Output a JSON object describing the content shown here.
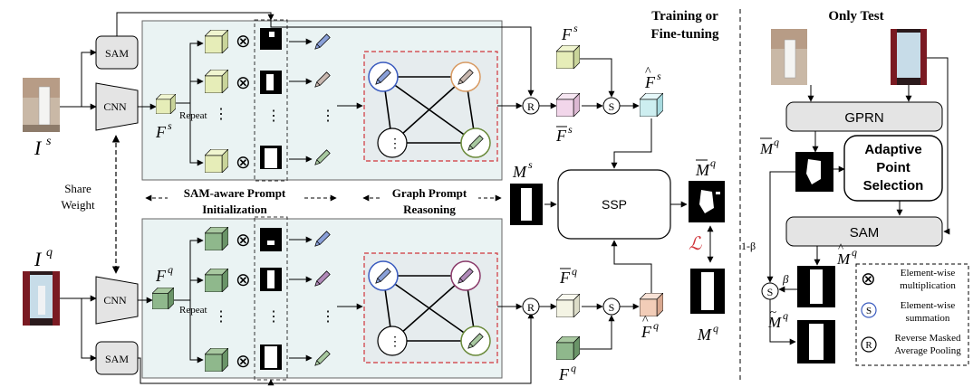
{
  "headers": {
    "training": [
      "Training or",
      "Fine-tuning"
    ],
    "test": "Only Test"
  },
  "modules": {
    "sam": "SAM",
    "cnn": "CNN",
    "ssp": "SSP",
    "gprn": "GPRN",
    "adaptive": [
      "Adaptive",
      "Point",
      "Selection"
    ],
    "sam_test": "SAM"
  },
  "labels": {
    "support_image": "I",
    "support_image_sup": "s",
    "query_image": "I",
    "query_image_sup": "q",
    "share_weight": [
      "Share",
      "Weight"
    ],
    "repeat": "Repeat",
    "sam_prompt_init": [
      "SAM-aware Prompt",
      "Initialization"
    ],
    "graph_prompt": [
      "Graph Prompt",
      "Reasoning"
    ],
    "F_s": "F",
    "F_q": "F",
    "Fbar_s": "F",
    "Fbar_q": "F",
    "Fhat_s": "F",
    "Fhat_q": "F",
    "M_s": "M",
    "M_q": "M",
    "Mbar_q": "M",
    "Mhat_q": "M",
    "Mtilde_q": "M",
    "loss": "ℒ",
    "beta": "β",
    "one_minus_beta": "1-β",
    "sup_s": "s",
    "sup_q": "q"
  },
  "legend": [
    {
      "symbol": "⊗",
      "text": [
        "Element-wise",
        "multiplication"
      ]
    },
    {
      "symbol": "S",
      "text": [
        "Element-wise",
        "summation"
      ]
    },
    {
      "symbol": "R",
      "text": [
        "Reverse Masked",
        "Average Pooling"
      ]
    }
  ],
  "colors": {
    "cube_yellow": "#e6edb8",
    "cube_green": "#8fb88c",
    "cube_pink": "#f2d6ea",
    "cube_cyan": "#cdeef0",
    "cube_orange": "#f2cdb8",
    "panel_bg": "#eaf3f3",
    "graph_bg": "#e6ecee",
    "dashed_red": "#d0343a",
    "node_blue": "#3a5bbf",
    "node_orange": "#d89a62",
    "node_green": "#6a8a3a",
    "node_purple": "#8a3a6a",
    "loss_red": "#d0343a"
  }
}
